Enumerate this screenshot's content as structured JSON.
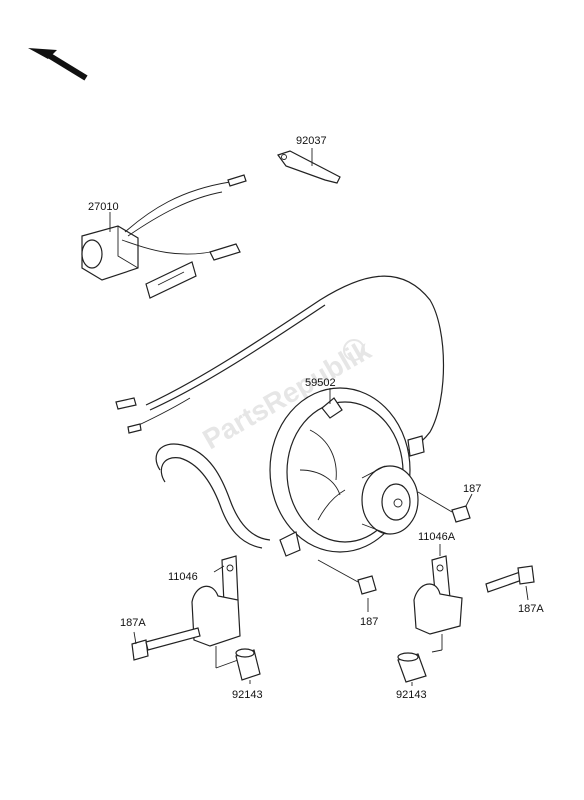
{
  "watermark": "PartsRepublik",
  "labels": {
    "p92037": "92037",
    "p27010": "27010",
    "p59502": "59502",
    "p187_right": "187",
    "p11046A": "11046A",
    "p11046": "11046",
    "p187_center": "187",
    "p187A_left": "187A",
    "p187A_right": "187A",
    "p92143_left": "92143",
    "p92143_right": "92143"
  },
  "icons": {
    "orientation_arrow": "arrow-up-left-icon"
  }
}
